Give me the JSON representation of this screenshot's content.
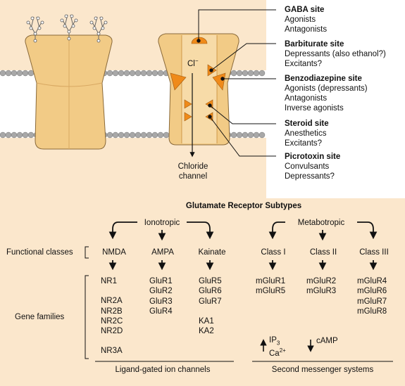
{
  "colors": {
    "panel_bg": "#fbe7cc",
    "membrane": "#a8a8a8",
    "channel_body": "#f2cb86",
    "channel_dark": "#e6a94a",
    "site_marker": "#ef8a1a"
  },
  "top": {
    "ion_label": "Cl",
    "ion_superscript": "−",
    "channel_label_line1": "Chloride",
    "channel_label_line2": "channel",
    "sites": [
      {
        "title": "GABA site",
        "items": [
          "Agonists",
          "Antagonists"
        ]
      },
      {
        "title": "Barbiturate site",
        "items": [
          "Depressants (also ethanol?)",
          "Excitants?"
        ]
      },
      {
        "title": "Benzodiazepine site",
        "items": [
          "Agonists (depressants)",
          "Antagonists",
          "Inverse agonists"
        ]
      },
      {
        "title": "Steroid site",
        "items": [
          "Anesthetics",
          "Excitants?"
        ]
      },
      {
        "title": "Picrotoxin site",
        "items": [
          "Convulsants",
          "Depressants?"
        ]
      }
    ]
  },
  "bottom": {
    "title": "Glutamate Receptor Subtypes",
    "ionotropic": "Ionotropic",
    "metabotropic": "Metabotropic",
    "functional_classes": "Functional classes",
    "gene_families": "Gene families",
    "classes": [
      "NMDA",
      "AMPA",
      "Kainate",
      "Class I",
      "Class II",
      "Class III"
    ],
    "genes": {
      "nmda": [
        "NR1",
        "",
        "NR2A",
        "NR2B",
        "NR2C",
        "NR2D",
        "",
        "NR3A"
      ],
      "ampa": [
        "GluR1",
        "GluR2",
        "GluR3",
        "GluR4"
      ],
      "kainate": [
        "GluR5",
        "GluR6",
        "GluR7",
        "",
        "KA1",
        "KA2"
      ],
      "class1": [
        "mGluR1",
        "mGluR5"
      ],
      "class2": [
        "mGluR2",
        "mGluR3"
      ],
      "class3": [
        "mGluR4",
        "mGluR6",
        "mGluR7",
        "mGluR8"
      ]
    },
    "messengers": {
      "ip3": "IP",
      "ip3_sub": "3",
      "ca": "Ca",
      "ca_sup": "2+",
      "camp": "cAMP"
    },
    "footer_left": "Ligand-gated ion channels",
    "footer_right": "Second messenger systems"
  }
}
